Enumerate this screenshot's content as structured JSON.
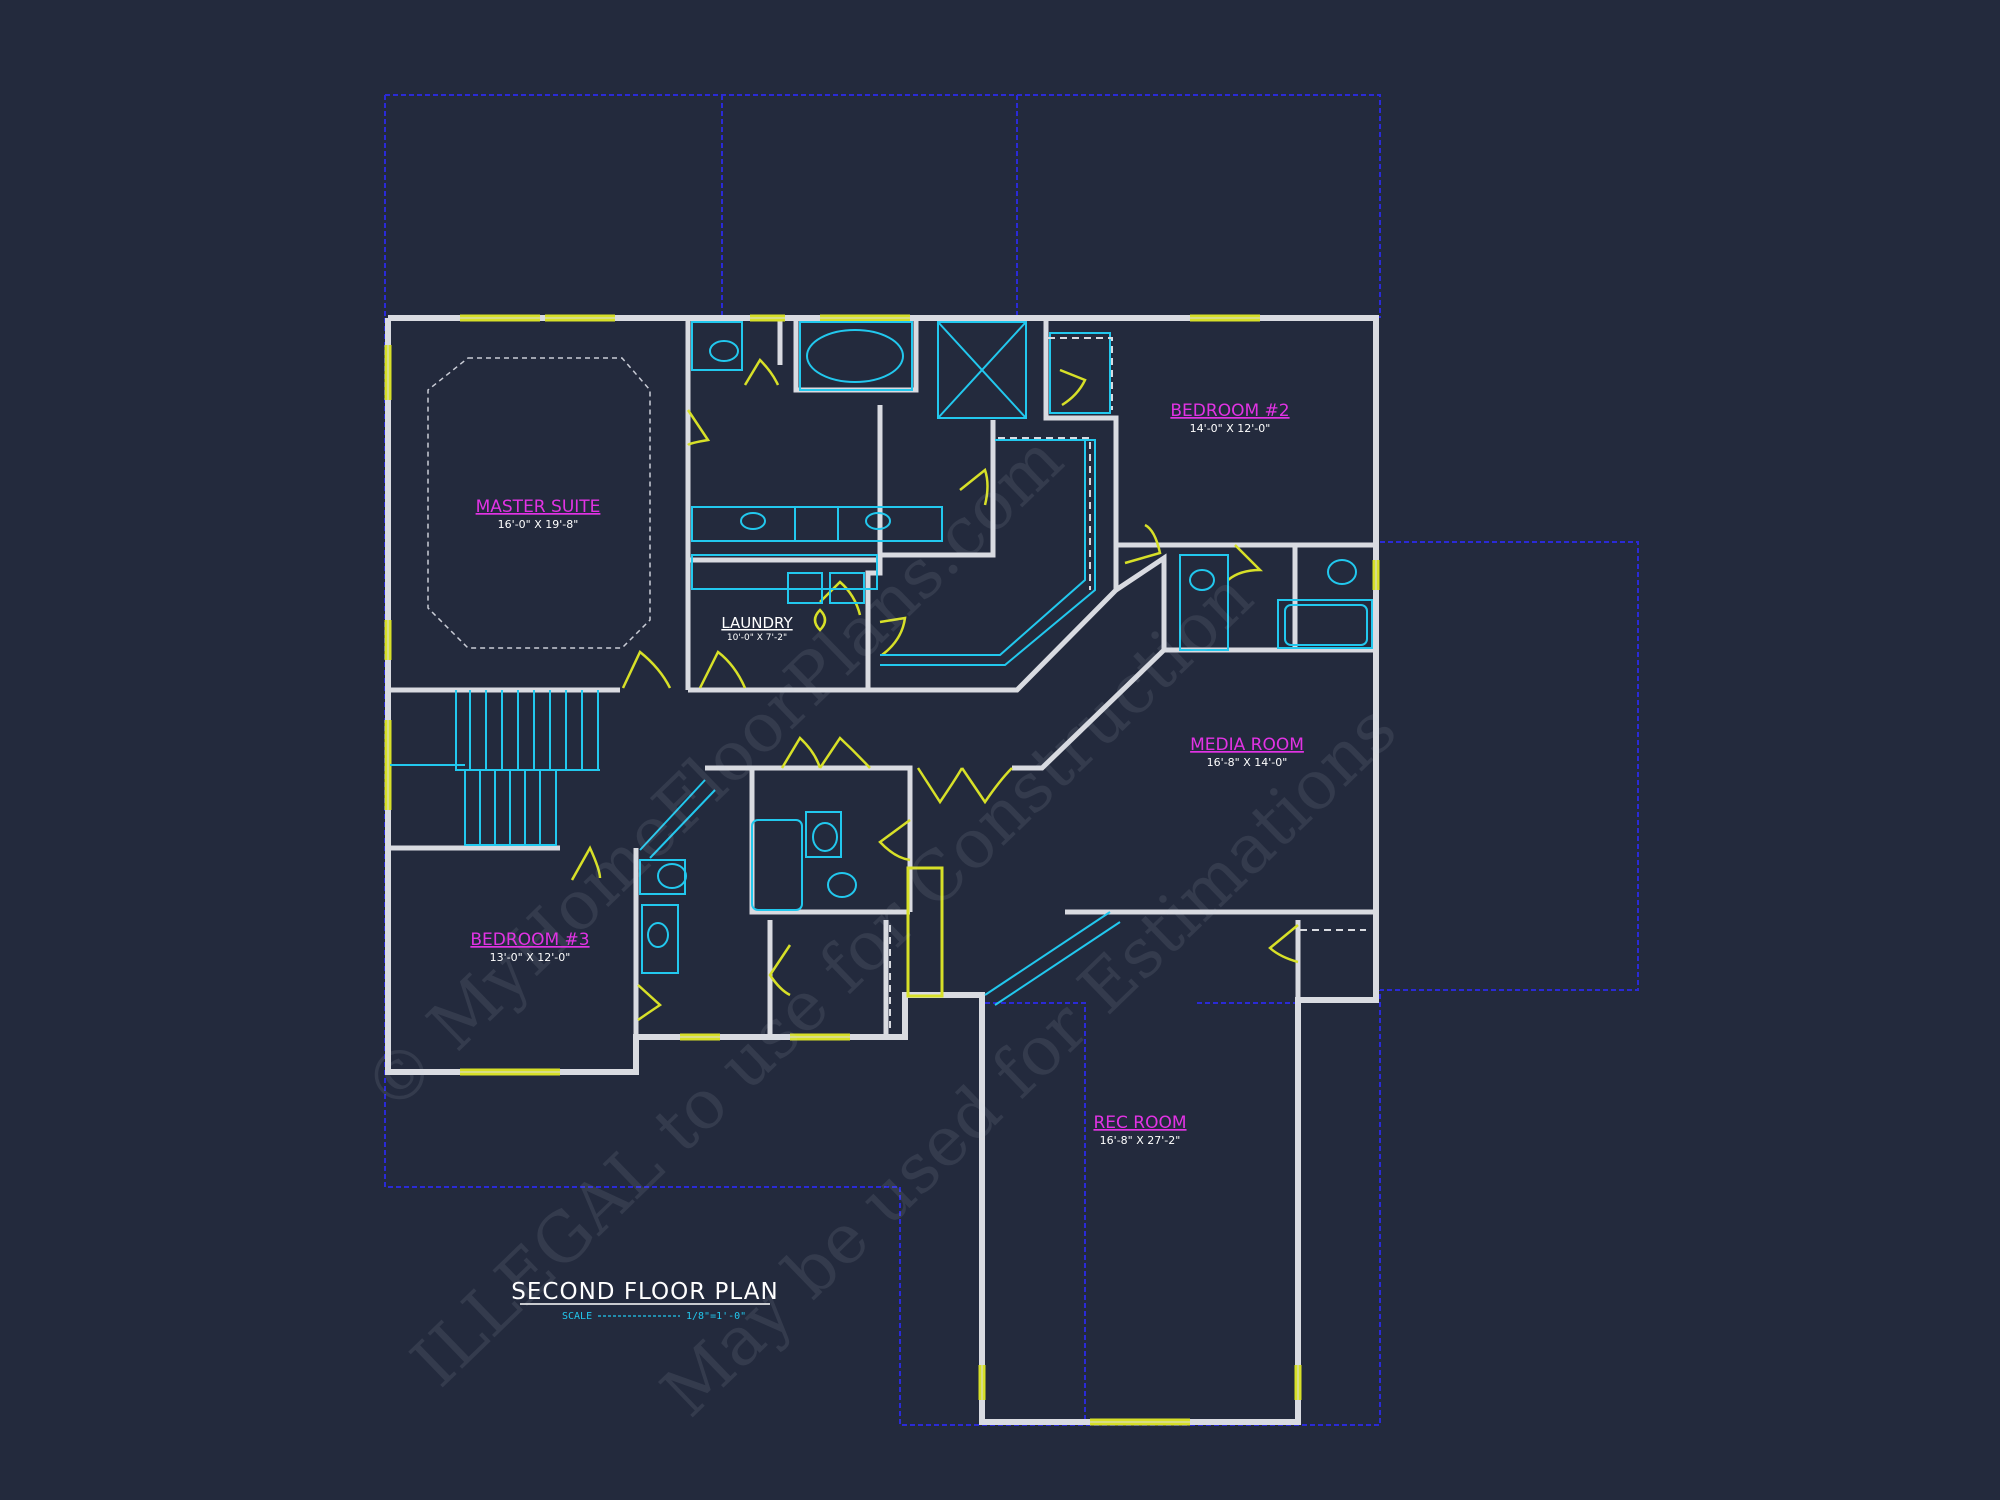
{
  "rooms": {
    "master_suite": {
      "name": "MASTER SUITE",
      "dims": "16'-0\" X 19'-8\""
    },
    "laundry": {
      "name": "LAUNDRY",
      "dims": "10'-0\" X 7'-2\""
    },
    "bedroom2": {
      "name": "BEDROOM #2",
      "dims": "14'-0\" X 12'-0\""
    },
    "media_room": {
      "name": "MEDIA ROOM",
      "dims": "16'-8\" X 14'-0\""
    },
    "bedroom3": {
      "name": "BEDROOM #3",
      "dims": "13'-0\" X 12'-0\""
    },
    "rec_room": {
      "name": "REC ROOM",
      "dims": "16'-8\" X 27'-2\""
    }
  },
  "plan": {
    "title": "SECOND FLOOR PLAN",
    "scale_label": "SCALE",
    "scale_value": "1/8\"=1'-0\""
  },
  "watermark": {
    "line1": "© MyHomeFloorPlans.com",
    "line2": "ILLEGAL to use for Construction",
    "line3": "May be used for Estimations"
  },
  "colors": {
    "background": "#232a3d",
    "walls": "#d9dbe1",
    "room_labels": "#e233e4",
    "fixtures": "#22c8ee",
    "windows_doors": "#d7e028",
    "roof_lines": "#2a2ad6"
  }
}
